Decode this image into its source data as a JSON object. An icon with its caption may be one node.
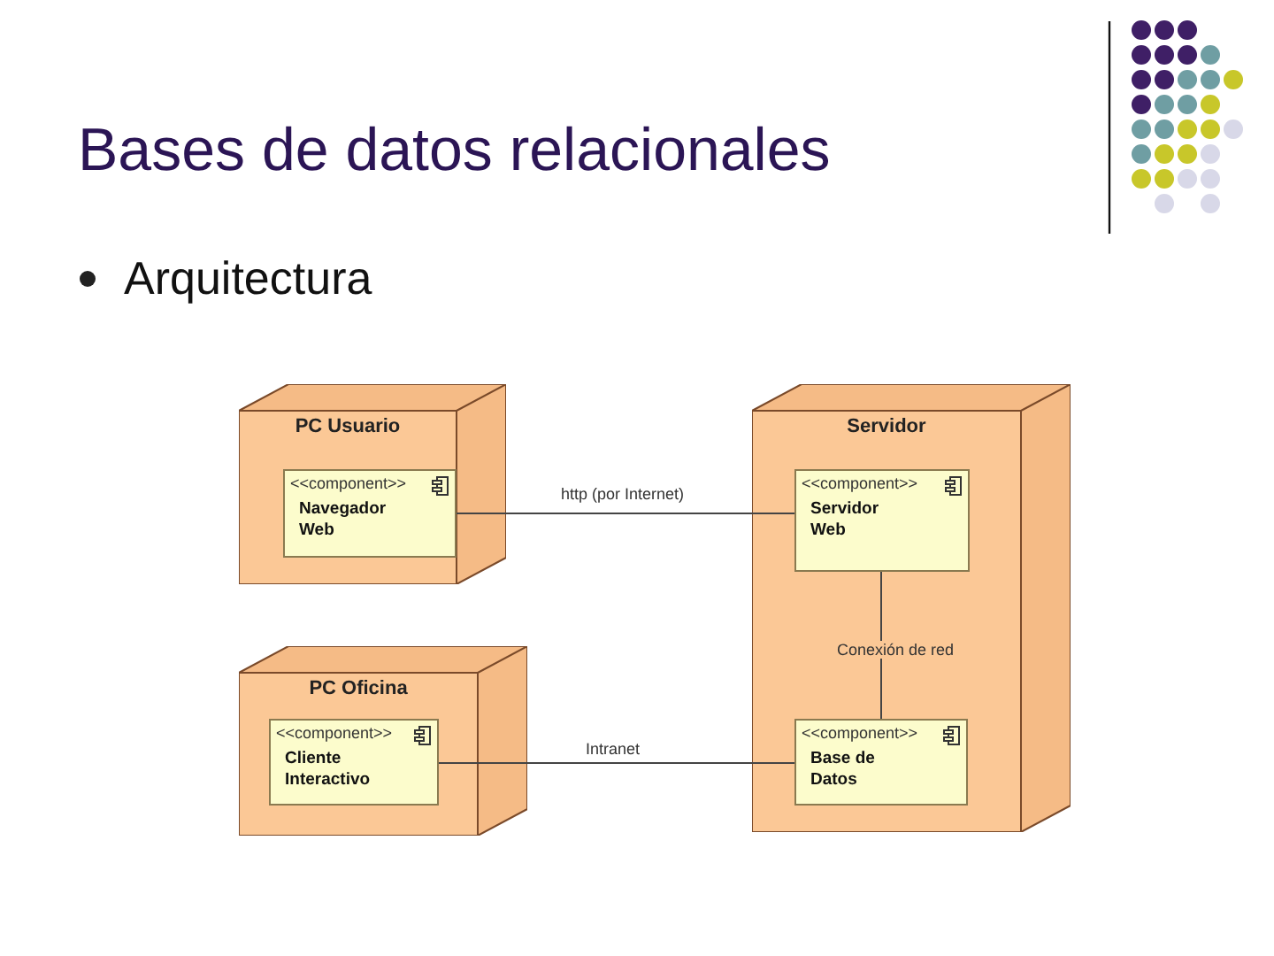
{
  "diagram": {
    "title": "Bases de datos relacionales",
    "nodes": [
      {
        "text": [
          "PC Usuario"
        ]
      },
      {
        "text": [
          "<<component>>",
          "Navegador Web"
        ],
        "in": 0
      },
      {
        "text": [
          "Servidor"
        ]
      },
      {
        "text": [
          "<<component>>",
          "Servidor Web"
        ],
        "in": 2
      },
      {
        "text": [
          "PC Oficina"
        ]
      },
      {
        "text": [
          "<<component>>",
          "Cliente Interactivo"
        ],
        "in": 4
      },
      {
        "text": [
          "<<component>>",
          "Base de Datos"
        ],
        "in": 2
      }
    ],
    "edges": [
      {
        "from": 1,
        "to": 3,
        "arrow": "none",
        "label": "http (por Internet)"
      },
      {
        "from": 3,
        "to": 6,
        "arrow": "none",
        "label": "Conexión de red"
      },
      {
        "from": 5,
        "to": 6,
        "arrow": "none",
        "label": "Intranet"
      }
    ],
    "labels": [
      "Arquitectura"
    ]
  }
}
